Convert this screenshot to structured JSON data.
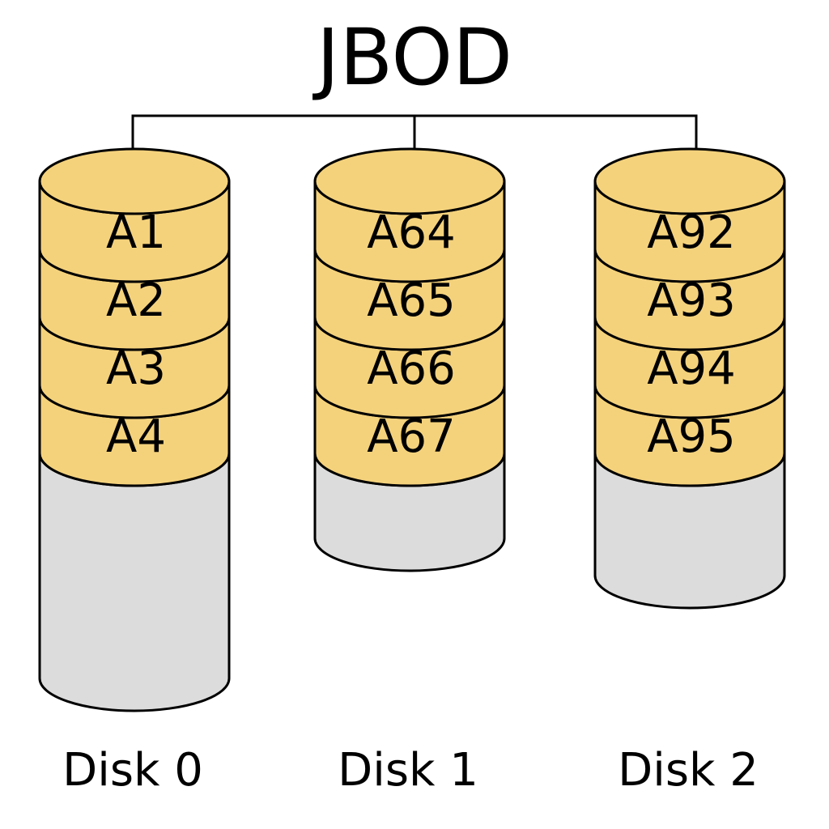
{
  "title": "JBOD",
  "colors": {
    "block_fill": "#f4d27c",
    "free_space_fill": "#dcdcdc",
    "outline": "#000000",
    "background": "#ffffff"
  },
  "disks": [
    {
      "label": "Disk 0",
      "blocks": [
        "A1",
        "A2",
        "A3",
        "A4"
      ]
    },
    {
      "label": "Disk 1",
      "blocks": [
        "A64",
        "A65",
        "A66",
        "A67"
      ]
    },
    {
      "label": "Disk 2",
      "blocks": [
        "A92",
        "A93",
        "A94",
        "A95"
      ]
    }
  ]
}
